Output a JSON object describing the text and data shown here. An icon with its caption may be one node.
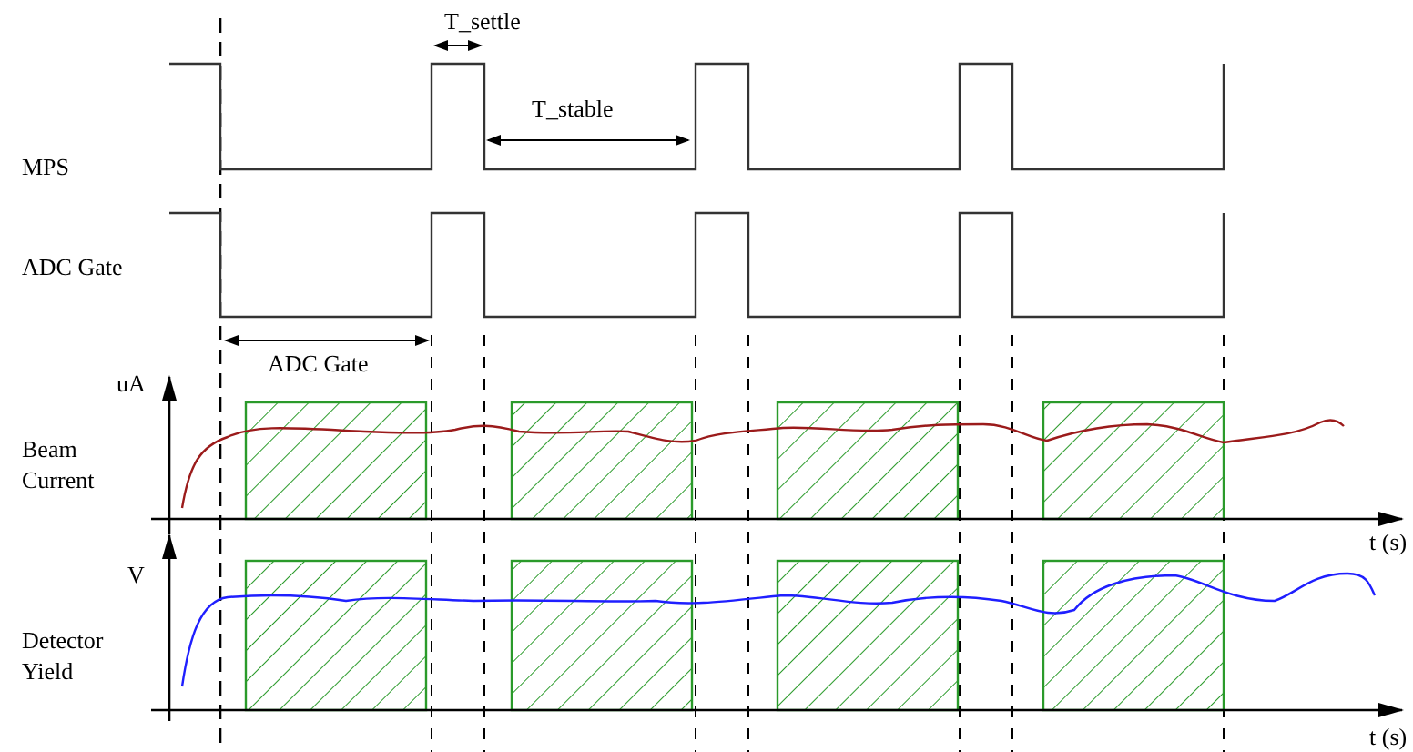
{
  "diagram": {
    "labels": [
      "T_settle",
      "MPS",
      "T_stable",
      "ADC Gate",
      "ADC Gate",
      "uA",
      "Beam Current",
      "t (s)",
      "V",
      "Detector Yield",
      "t (s)"
    ]
  }
}
